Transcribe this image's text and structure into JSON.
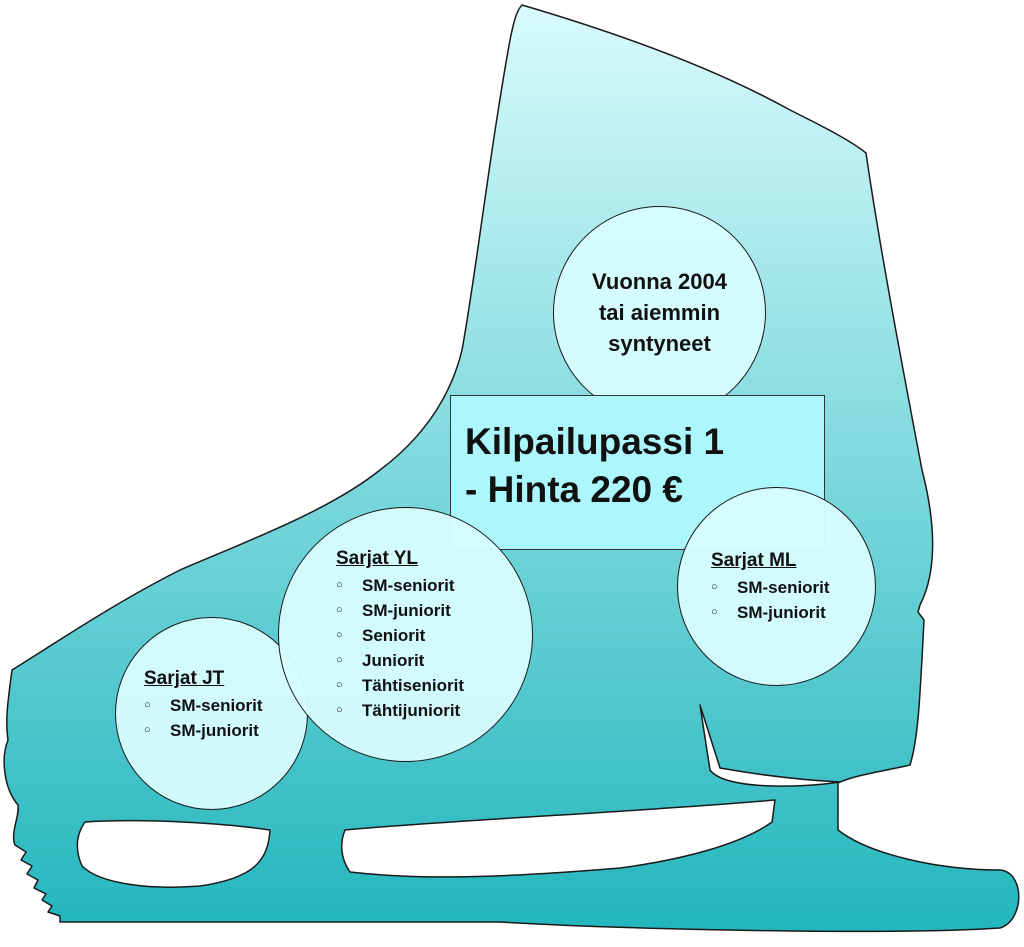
{
  "colors": {
    "skate_top": "#d9fbfc",
    "skate_bottom": "#22b6bd",
    "circle_fill": "#d6fcfe",
    "title_box_fill": "#acf6fe",
    "outline": "#1a1a1a"
  },
  "title_box": {
    "line1": "Kilpailupassi 1",
    "line2": "- Hinta 220 €"
  },
  "birth_note": {
    "line1": "Vuonna 2004",
    "line2": "tai aiemmin",
    "line3": "syntyneet"
  },
  "groups": {
    "yl": {
      "title": "Sarjat YL",
      "items": [
        "SM-seniorit",
        "SM-juniorit",
        "Seniorit",
        "Juniorit",
        "Tähtiseniorit",
        "Tähtijuniorit"
      ]
    },
    "ml": {
      "title": "Sarjat ML",
      "items": [
        "SM-seniorit",
        "SM-juniorit"
      ]
    },
    "jt": {
      "title": "Sarjat JT",
      "items": [
        "SM-seniorit",
        "SM-juniorit"
      ]
    }
  },
  "bullet_glyph": "○"
}
